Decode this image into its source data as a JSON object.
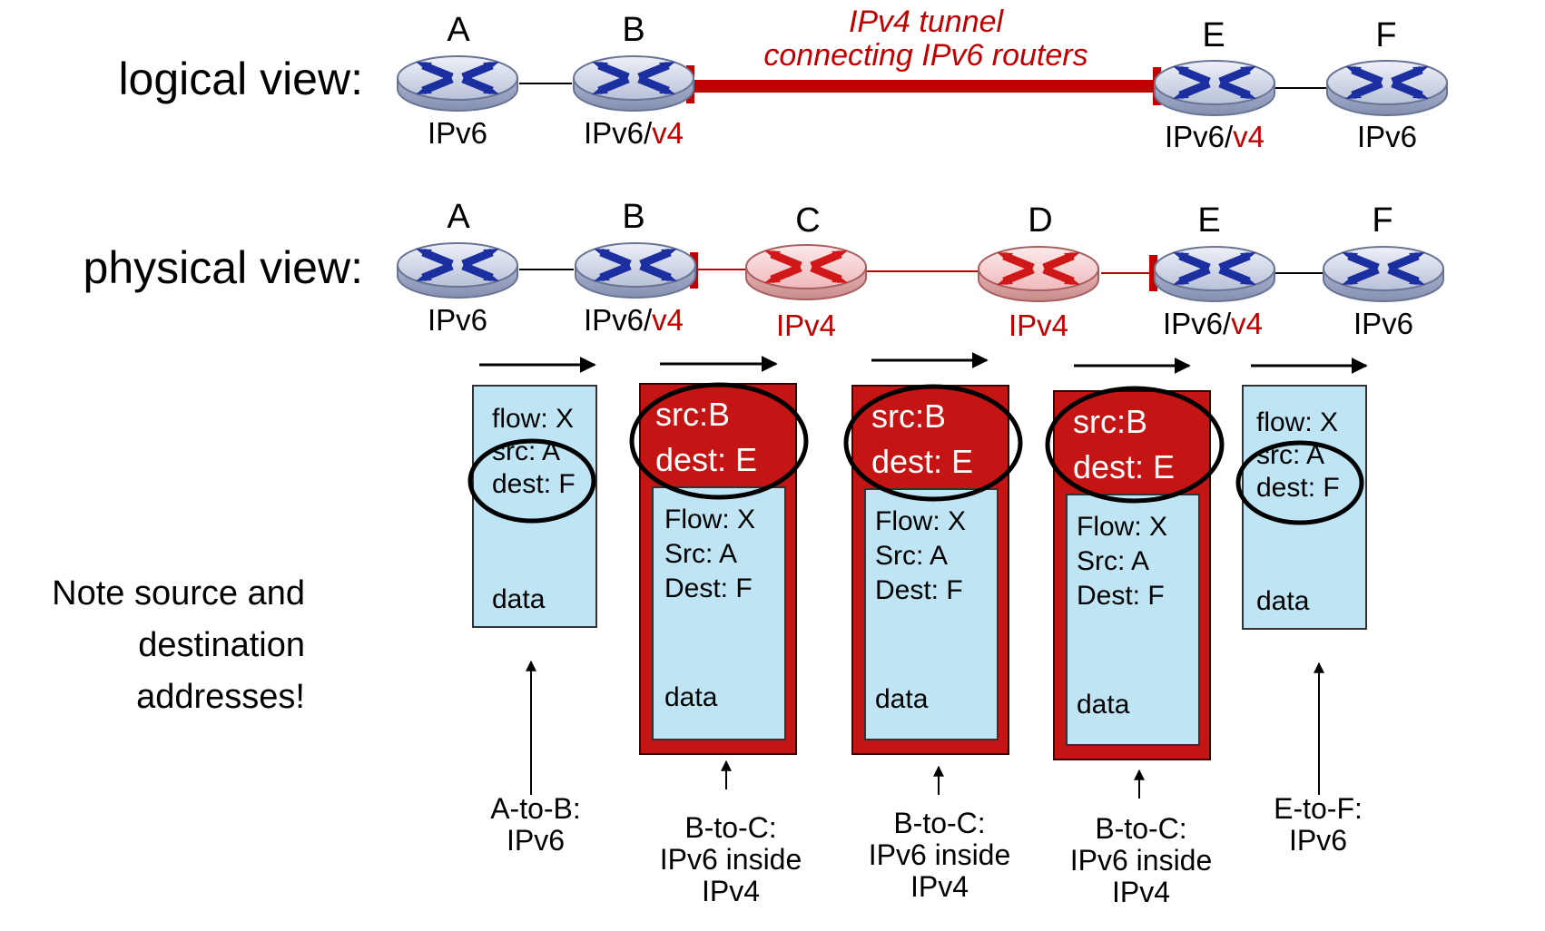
{
  "labels": {
    "logical_view": "logical view:",
    "physical_view": "physical view:",
    "note_lines": [
      "Note source and",
      "destination",
      "addresses!"
    ],
    "tunnel_caption_lines": [
      "IPv4 tunnel",
      "connecting IPv6 routers"
    ]
  },
  "logical_routers": [
    {
      "letter": "A",
      "type": "IPv6",
      "suffix": ""
    },
    {
      "letter": "B",
      "type": "IPv6/",
      "suffix": "v4"
    },
    {
      "letter": "E",
      "type": "IPv6/",
      "suffix": "v4"
    },
    {
      "letter": "F",
      "type": "IPv6",
      "suffix": ""
    }
  ],
  "physical_routers": [
    {
      "letter": "A",
      "type": "IPv6",
      "suffix": ""
    },
    {
      "letter": "B",
      "type": "IPv6/",
      "suffix": "v4"
    },
    {
      "letter": "C",
      "type": "",
      "suffix": "IPv4"
    },
    {
      "letter": "D",
      "type": "",
      "suffix": "IPv4"
    },
    {
      "letter": "E",
      "type": "IPv6/",
      "suffix": "v4"
    },
    {
      "letter": "F",
      "type": "IPv6",
      "suffix": ""
    }
  ],
  "packets": [
    {
      "lines": [
        "flow: X",
        "src: A",
        "dest: F"
      ],
      "data": "data",
      "caption": [
        "A-to-B:",
        "IPv6"
      ]
    },
    {
      "outer": [
        "src:B",
        "dest: E"
      ],
      "lines": [
        "Flow: X",
        "Src: A",
        "Dest: F"
      ],
      "data": "data",
      "caption": [
        "B-to-C:",
        "IPv6 inside",
        "IPv4"
      ]
    },
    {
      "outer": [
        "src:B",
        "dest: E"
      ],
      "lines": [
        "Flow: X",
        "Src: A",
        "Dest: F"
      ],
      "data": "data",
      "caption": [
        "B-to-C:",
        "IPv6 inside",
        "IPv4"
      ]
    },
    {
      "outer": [
        "src:B",
        "dest: E"
      ],
      "lines": [
        "Flow: X",
        "Src: A",
        "Dest: F"
      ],
      "data": "data",
      "caption": [
        "B-to-C:",
        "IPv6 inside",
        "IPv4"
      ]
    },
    {
      "lines": [
        "flow: X",
        "src: A",
        "dest: F"
      ],
      "data": "data",
      "caption": [
        "E-to-F:",
        "IPv6"
      ]
    }
  ],
  "colors": {
    "ipv4_red": "#c00000",
    "packet_blue": "#bfe5f5",
    "router_arrow_blue": "#1b2fa0",
    "router_arrow_red": "#d01818"
  }
}
